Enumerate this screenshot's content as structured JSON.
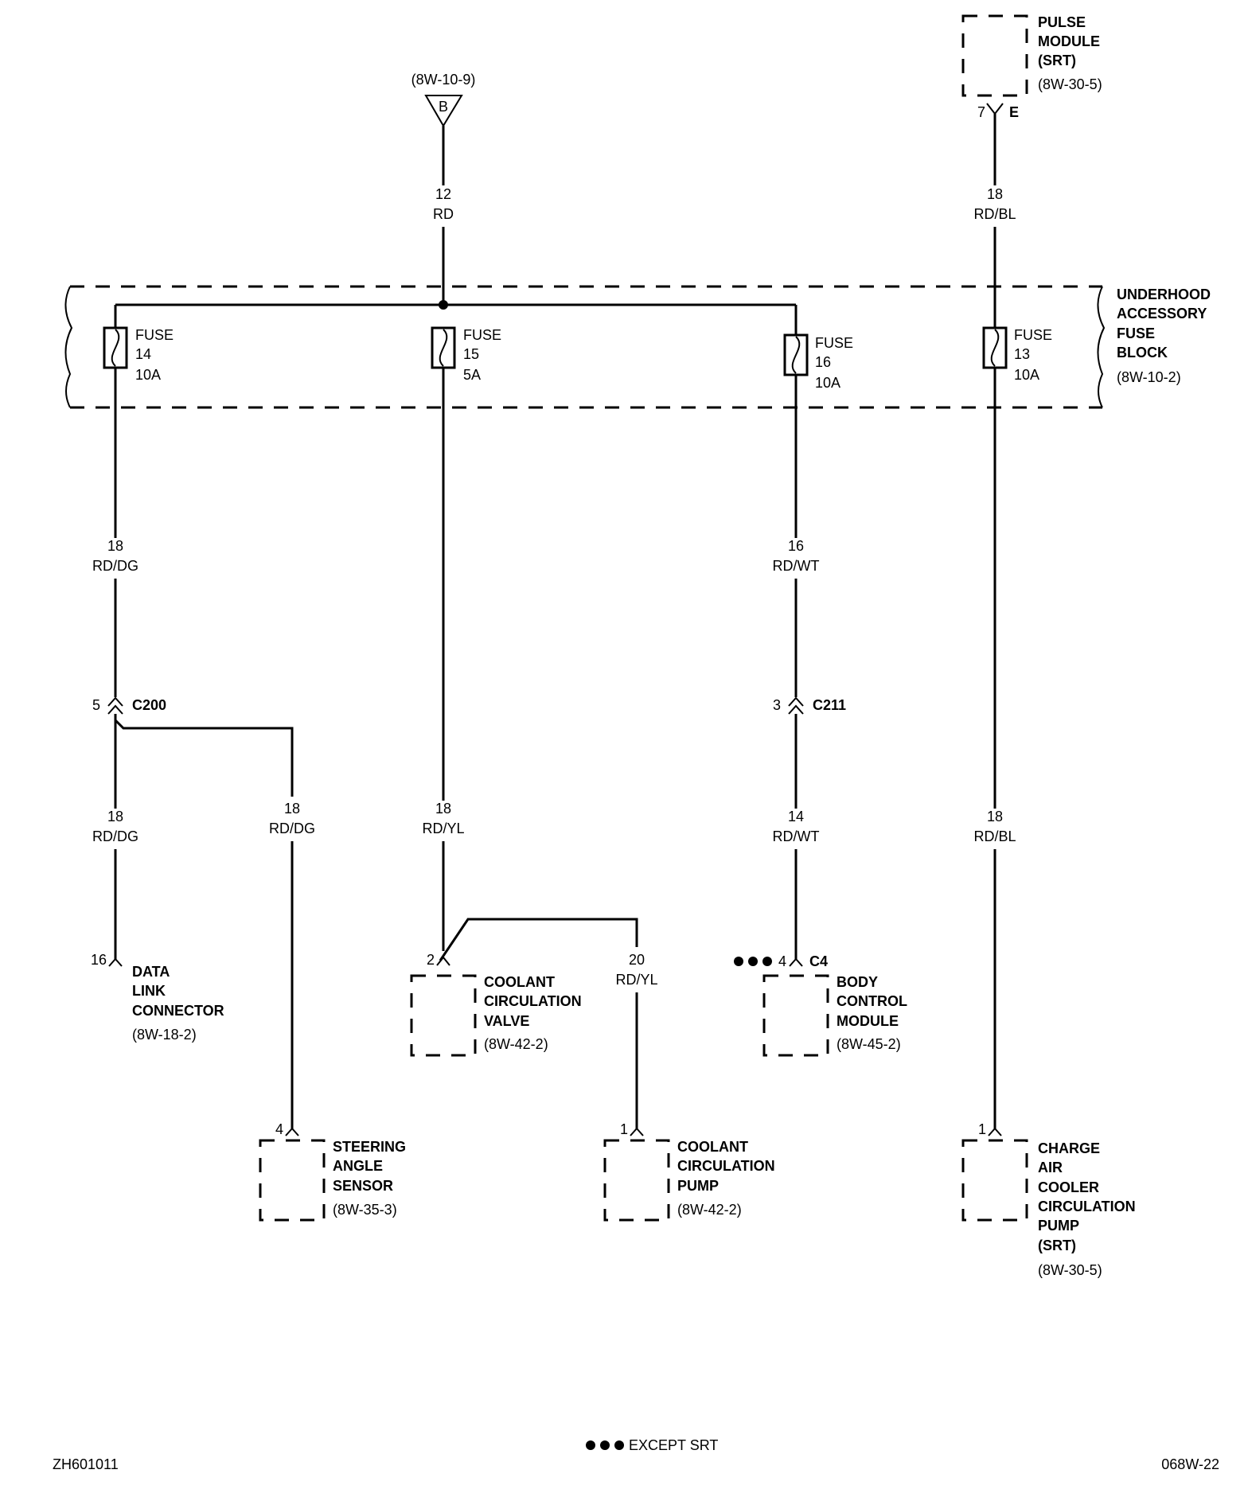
{
  "source": {
    "ref": "(8W-10-9)",
    "letter": "B",
    "gauge": "12",
    "color": "RD"
  },
  "pulse_module": {
    "lines": [
      "PULSE",
      "MODULE",
      "(SRT)"
    ],
    "ref": "(8W-30-5)",
    "pin": "7",
    "conn": "E"
  },
  "w_rdbl_top": {
    "gauge": "18",
    "color": "RD/BL"
  },
  "fuse_block": {
    "lines": [
      "UNDERHOOD",
      "ACCESSORY",
      "FUSE",
      "BLOCK"
    ],
    "ref": "(8W-10-2)"
  },
  "fuses": [
    {
      "word": "FUSE",
      "num": "14",
      "amp": "10A"
    },
    {
      "word": "FUSE",
      "num": "15",
      "amp": "5A"
    },
    {
      "word": "FUSE",
      "num": "16",
      "amp": "10A"
    },
    {
      "word": "FUSE",
      "num": "13",
      "amp": "10A"
    }
  ],
  "w_rddg_a": {
    "gauge": "18",
    "color": "RD/DG"
  },
  "w_rdwt_a": {
    "gauge": "16",
    "color": "RD/WT"
  },
  "c200": {
    "pin": "5",
    "name": "C200"
  },
  "c211": {
    "pin": "3",
    "name": "C211"
  },
  "w_rddg_b": {
    "gauge": "18",
    "color": "RD/DG"
  },
  "w_rddg_c": {
    "gauge": "18",
    "color": "RD/DG"
  },
  "w_rdyl_a": {
    "gauge": "18",
    "color": "RD/YL"
  },
  "w_rdwt_b": {
    "gauge": "14",
    "color": "RD/WT"
  },
  "w_rdbl_bot": {
    "gauge": "18",
    "color": "RD/BL"
  },
  "w_rdyl_b": {
    "gauge": "20",
    "color": "RD/YL"
  },
  "dlc": {
    "pin": "16",
    "lines": [
      "DATA",
      "LINK",
      "CONNECTOR"
    ],
    "ref": "(8W-18-2)"
  },
  "ccv": {
    "pin": "2",
    "lines": [
      "COOLANT",
      "CIRCULATION",
      "VALVE"
    ],
    "ref": "(8W-42-2)"
  },
  "bcm": {
    "pin": "4",
    "conn": "C4",
    "lines": [
      "BODY",
      "CONTROL",
      "MODULE"
    ],
    "ref": "(8W-45-2)"
  },
  "sas": {
    "pin": "4",
    "lines": [
      "STEERING",
      "ANGLE",
      "SENSOR"
    ],
    "ref": "(8W-35-3)"
  },
  "ccp": {
    "pin": "1",
    "lines": [
      "COOLANT",
      "CIRCULATION",
      "PUMP"
    ],
    "ref": "(8W-42-2)"
  },
  "cacp": {
    "pin": "1",
    "lines": [
      "CHARGE",
      "AIR",
      "COOLER",
      "CIRCULATION",
      "PUMP",
      "(SRT)"
    ],
    "ref": "(8W-30-5)"
  },
  "legend": {
    "text": "EXCEPT SRT"
  },
  "footer": {
    "left": "ZH601011",
    "right": "068W-22"
  }
}
